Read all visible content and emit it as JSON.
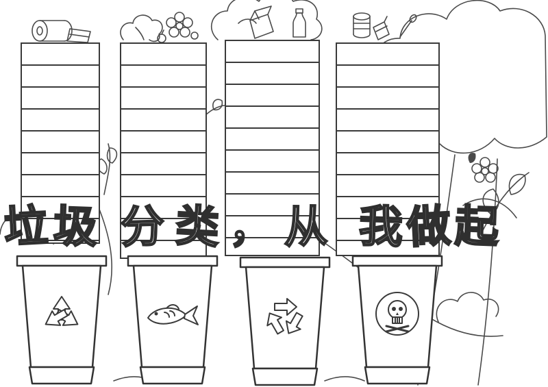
{
  "title": {
    "full": "垃圾分类，从我做起",
    "chars": [
      "垃",
      "圾",
      "分",
      "类",
      "，",
      "从",
      "我",
      "做",
      "起"
    ]
  },
  "colors": {
    "ink": "#333333",
    "paper": "#ffffff"
  },
  "panels": [
    {
      "id": "panel-1",
      "ruled_lines": 8,
      "text": ""
    },
    {
      "id": "panel-2",
      "ruled_lines": 9,
      "text": ""
    },
    {
      "id": "panel-3",
      "ruled_lines": 9,
      "text": ""
    },
    {
      "id": "panel-4",
      "ruled_lines": 9,
      "text": ""
    }
  ],
  "bins": [
    {
      "id": "bin-1",
      "icon": "recycle-outward-arrows-icon"
    },
    {
      "id": "bin-2",
      "icon": "fish-icon"
    },
    {
      "id": "bin-3",
      "icon": "recycle-chasing-arrows-icon"
    },
    {
      "id": "bin-4",
      "icon": "skull-in-circle-icon"
    }
  ],
  "decorations": [
    "paper-roll-icon",
    "tissue-box-icon",
    "leafy-vegetable-icon",
    "flower-icon",
    "fruit-icon",
    "tree-canopy",
    "milk-carton-icon",
    "bottle-icon",
    "jar-icon",
    "battery-icon",
    "spoon-icon",
    "right-tree",
    "leaf-sprig",
    "clouds",
    "hill-curve"
  ]
}
